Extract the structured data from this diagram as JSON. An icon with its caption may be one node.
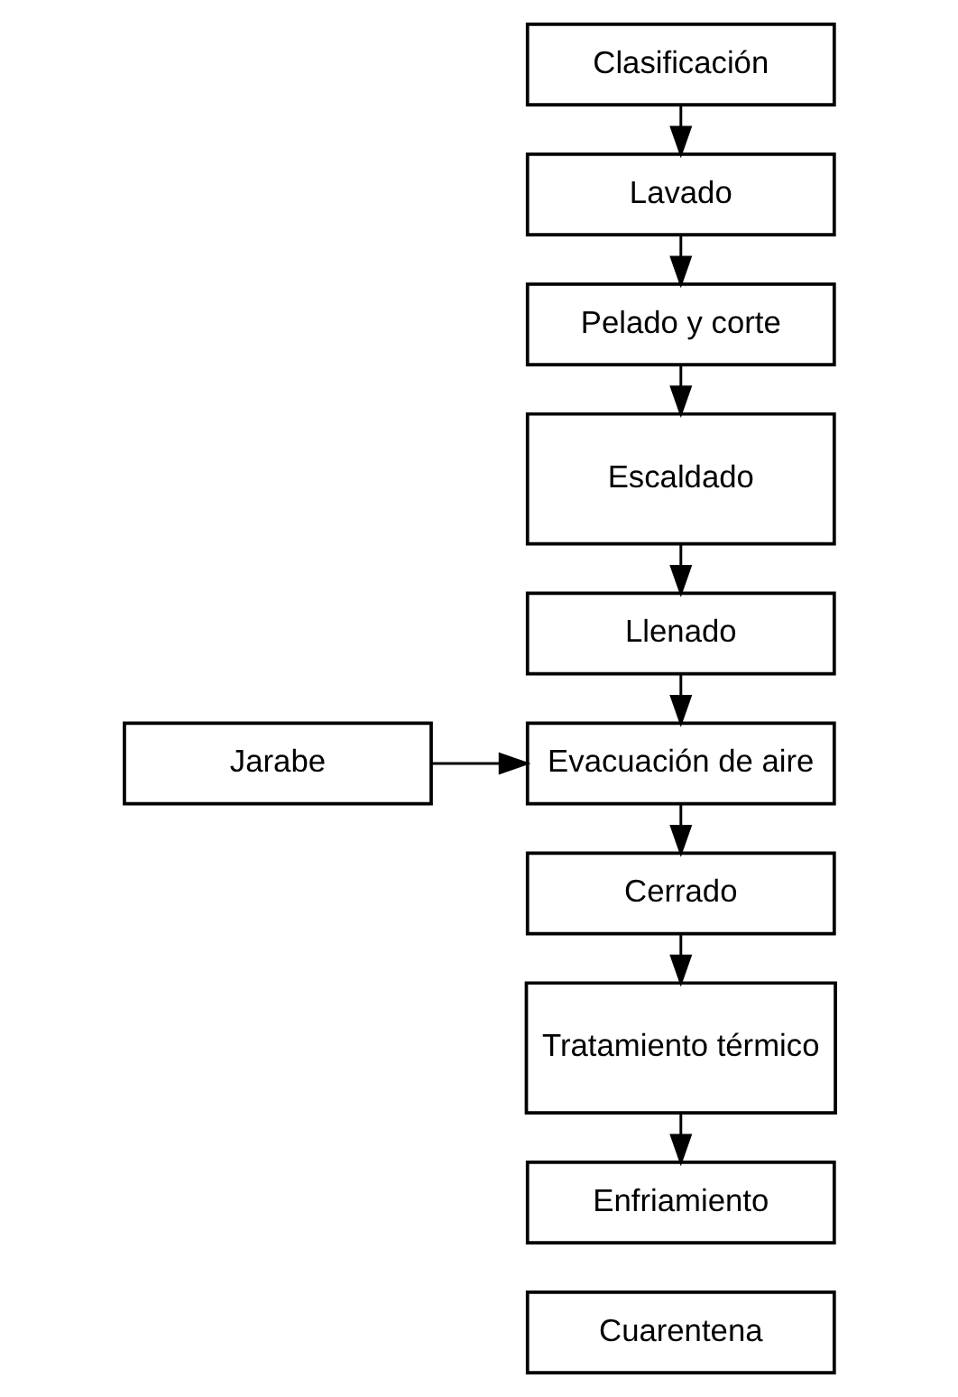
{
  "diagram": {
    "nodes": [
      {
        "text": [
          "Clasificación"
        ]
      },
      {
        "text": [
          "Lavado"
        ]
      },
      {
        "text": [
          "Pelado y corte"
        ]
      },
      {
        "text": [
          "Escaldado"
        ]
      },
      {
        "text": [
          "Llenado"
        ]
      },
      {
        "text": [
          "Evacuación de aire"
        ]
      },
      {
        "text": [
          "Cerrado"
        ]
      },
      {
        "text": [
          "Tratamiento térmico"
        ]
      },
      {
        "text": [
          "Enfriamiento"
        ]
      },
      {
        "text": [
          "Cuarentena"
        ]
      },
      {
        "text": [
          "Jarabe"
        ]
      }
    ],
    "edges": [
      {
        "from": 0,
        "to": 1,
        "arrow": "to"
      },
      {
        "from": 1,
        "to": 2,
        "arrow": "to"
      },
      {
        "from": 2,
        "to": 3,
        "arrow": "to"
      },
      {
        "from": 3,
        "to": 4,
        "arrow": "to"
      },
      {
        "from": 4,
        "to": 5,
        "arrow": "to"
      },
      {
        "from": 10,
        "to": 5,
        "arrow": "to"
      },
      {
        "from": 5,
        "to": 6,
        "arrow": "to"
      },
      {
        "from": 6,
        "to": 7,
        "arrow": "to"
      },
      {
        "from": 7,
        "to": 8,
        "arrow": "to"
      }
    ]
  }
}
